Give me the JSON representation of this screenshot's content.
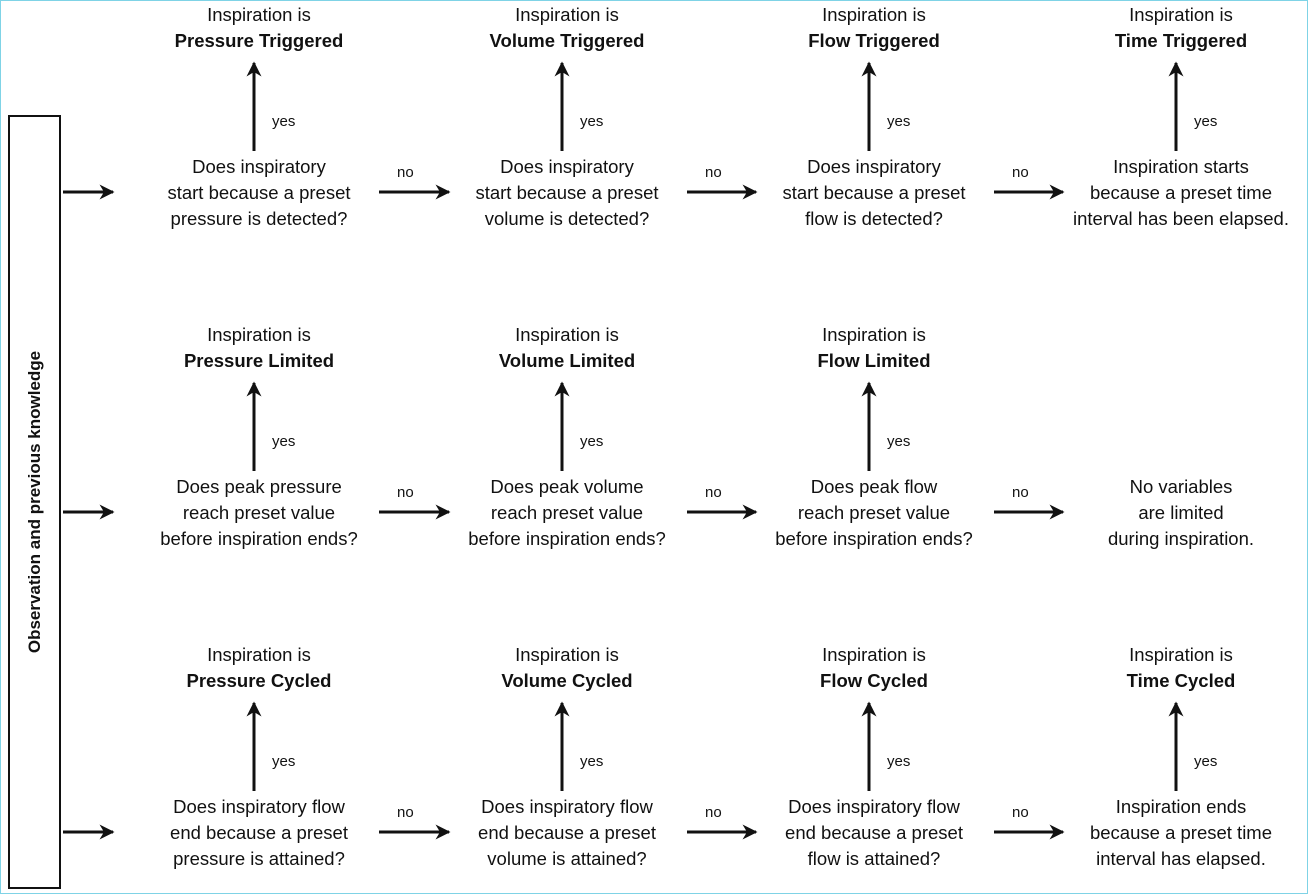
{
  "side_label": "Observation and previous knowledge",
  "yes_label": "yes",
  "no_label": "no",
  "rows": [
    {
      "results": [
        {
          "line1": "Inspiration is",
          "line2": "Pressure Triggered"
        },
        {
          "line1": "Inspiration is",
          "line2": "Volume Triggered"
        },
        {
          "line1": "Inspiration is",
          "line2": "Flow Triggered"
        },
        {
          "line1": "Inspiration is",
          "line2": "Time Triggered"
        }
      ],
      "questions": [
        [
          "Does inspiratory",
          "start because a preset",
          "pressure is detected?"
        ],
        [
          "Does inspiratory",
          "start because a preset",
          "volume is detected?"
        ],
        [
          "Does inspiratory",
          "start because a preset",
          "flow is detected?"
        ],
        [
          "Inspiration starts",
          "because a preset time",
          "interval has been elapsed."
        ]
      ]
    },
    {
      "results": [
        {
          "line1": "Inspiration is",
          "line2": "Pressure Limited"
        },
        {
          "line1": "Inspiration is",
          "line2": "Volume Limited"
        },
        {
          "line1": "Inspiration is",
          "line2": "Flow Limited"
        }
      ],
      "questions": [
        [
          "Does peak pressure",
          "reach preset value",
          "before inspiration ends?"
        ],
        [
          "Does peak volume",
          "reach preset value",
          "before inspiration ends?"
        ],
        [
          "Does peak flow",
          "reach preset value",
          "before inspiration ends?"
        ],
        [
          "No variables",
          "are limited",
          "during inspiration."
        ]
      ]
    },
    {
      "results": [
        {
          "line1": "Inspiration is",
          "line2": "Pressure Cycled"
        },
        {
          "line1": "Inspiration is",
          "line2": "Volume Cycled"
        },
        {
          "line1": "Inspiration is",
          "line2": "Flow Cycled"
        },
        {
          "line1": "Inspiration is",
          "line2": "Time Cycled"
        }
      ],
      "questions": [
        [
          "Does inspiratory flow",
          "end because a preset",
          "pressure is attained?"
        ],
        [
          "Does inspiratory flow",
          "end because a preset",
          "volume is attained?"
        ],
        [
          "Does inspiratory flow",
          "end because a preset",
          "flow is attained?"
        ],
        [
          "Inspiration ends",
          "because a preset time",
          "interval has elapsed."
        ]
      ]
    }
  ]
}
